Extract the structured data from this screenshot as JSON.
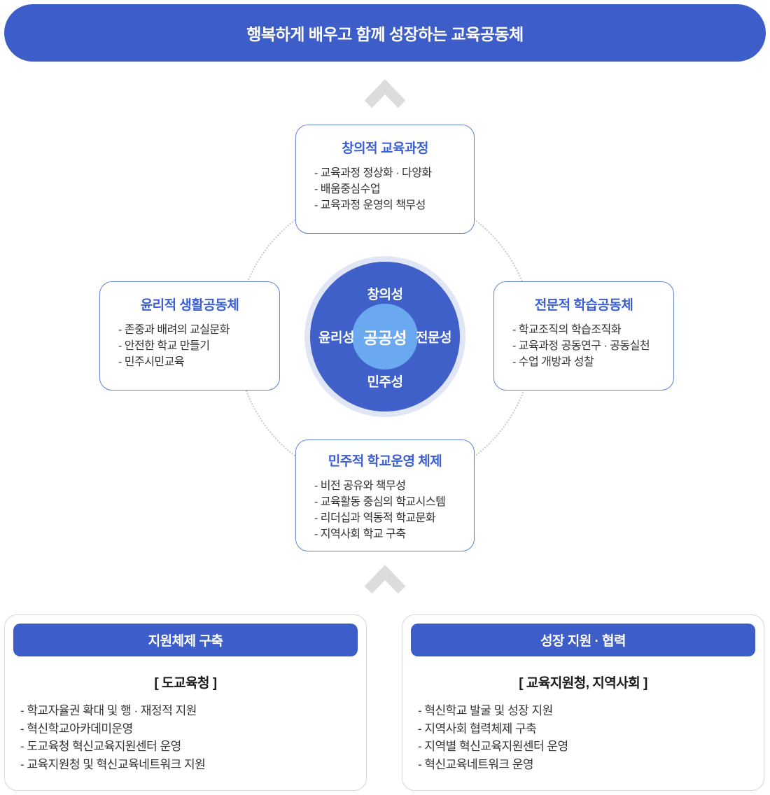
{
  "banner": {
    "title": "행복하게 배우고 함께 성장하는 교육공동체"
  },
  "core": {
    "center": "공공성",
    "top": "창의성",
    "left": "윤리성",
    "right": "전문성",
    "bottom": "민주성"
  },
  "quadrants": {
    "top": {
      "title": "창의적 교육과정",
      "items": [
        "- 교육과정 정상화 · 다양화",
        "- 배움중심수업",
        "- 교육과정 운영의 책무성"
      ]
    },
    "left": {
      "title": "윤리적 생활공동체",
      "items": [
        "- 존중과 배려의 교실문화",
        "- 안전한 학교 만들기",
        "- 민주시민교육"
      ]
    },
    "right": {
      "title": "전문적 학습공동체",
      "items": [
        "- 학교조직의 학습조직화",
        "- 교육과정 공동연구 · 공동실천",
        "- 수업 개방과 성찰"
      ]
    },
    "bottom": {
      "title": "민주적 학교운영 체제",
      "items": [
        "- 비전 공유와 책무성",
        "- 교육활동 중심의 학교시스템",
        "- 리더십과 역동적 학교문화",
        "- 지역사회 학교 구축"
      ]
    }
  },
  "support_left": {
    "header": "지원체제 구축",
    "subtitle": "[ 도교육청 ]",
    "items": [
      "- 학교자율권 확대 및 행 · 재정적 지원",
      "- 혁신학교아카데미운영",
      "- 도교육청 혁신교육지원센터 운영",
      "- 교육지원청 및 혁신교육네트워크 지원"
    ]
  },
  "support_right": {
    "header": "성장 지원 · 협력",
    "subtitle": "[ 교육지원청, 지역사회 ]",
    "items": [
      "- 혁신학교 발굴 및 성장 지원",
      "- 지역사회 협력체제 구축",
      "- 지역별 혁신교육지원센터 운영",
      "- 혁신교육네트워크 운영"
    ]
  },
  "colors": {
    "primary_blue": "#3D5EC9",
    "core_dark_blue": "#3E60C8",
    "core_light_blue": "#6AA8EF",
    "core_ring": "#E1E6F6",
    "title_blue": "#3B5FD3",
    "box_border_blue": "#6282DA",
    "support_border_gray": "#D6D6D6",
    "dotted_gray": "#C9C9C9",
    "chevron_gray": "#DCDCDC",
    "body_text": "#333333"
  },
  "icons": {
    "chevron_up": "chevron-up"
  }
}
